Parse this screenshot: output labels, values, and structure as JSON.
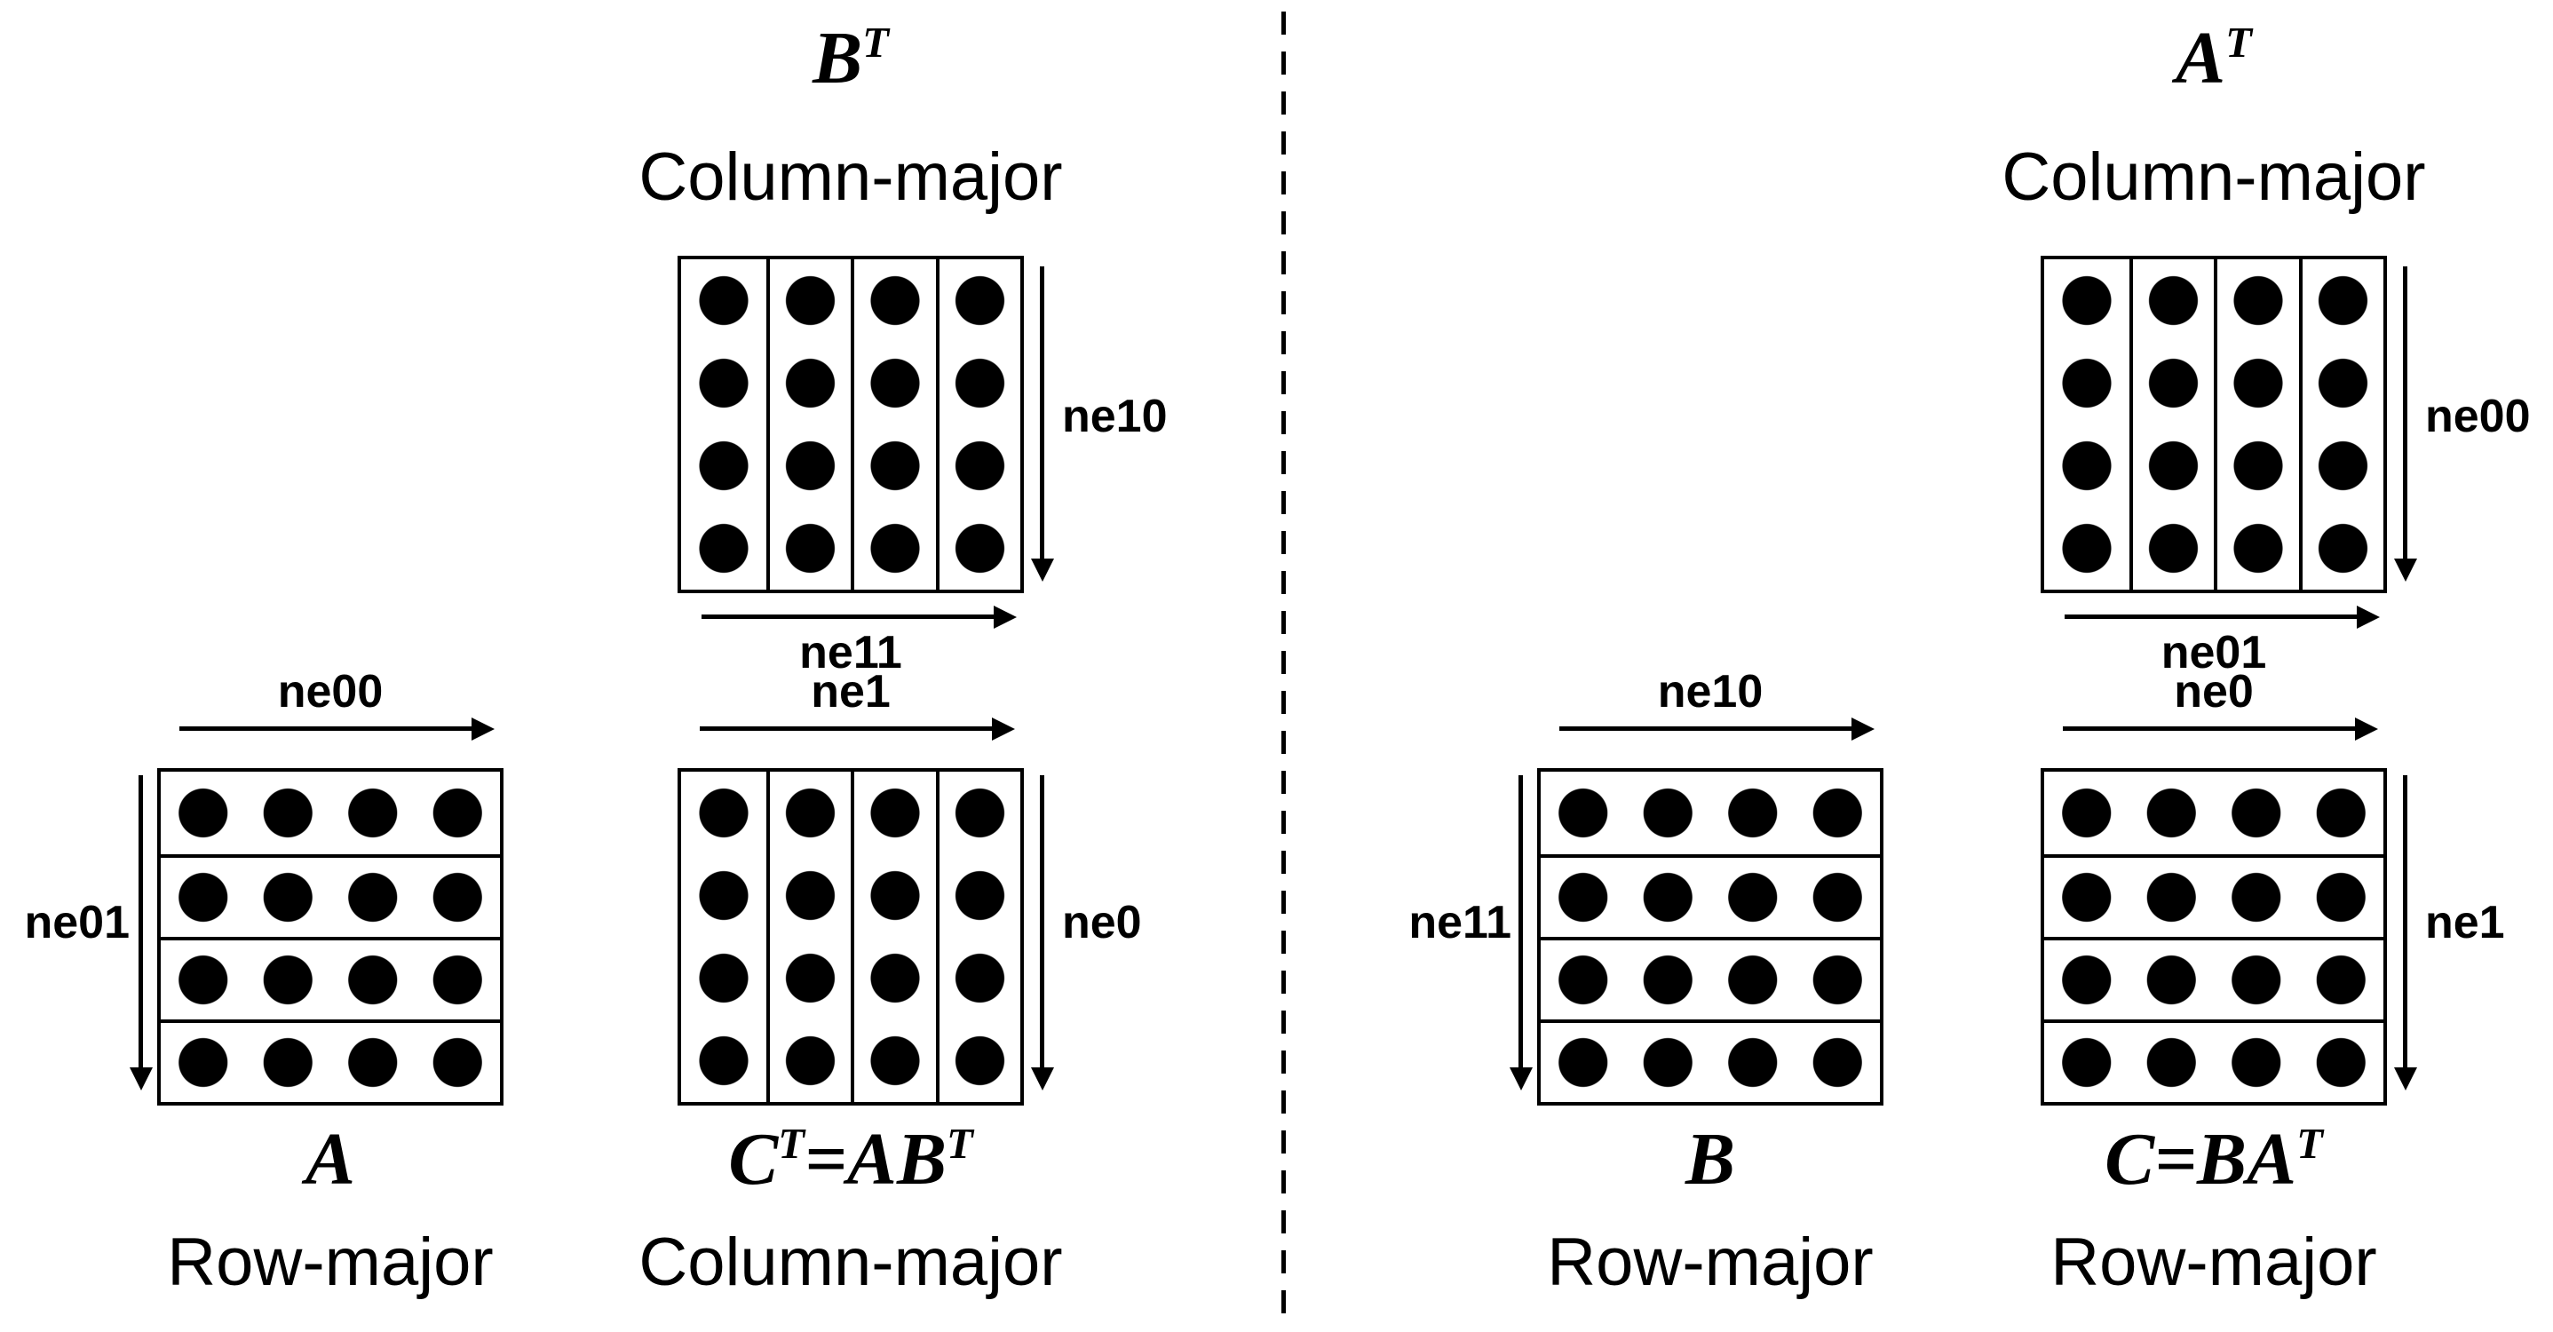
{
  "colors": {
    "ink": "#000000",
    "background": "#ffffff"
  },
  "matrix_grid": {
    "rows": 4,
    "cols": 4,
    "dot_shape": "filled-circle"
  },
  "left_panel": {
    "bt": {
      "title_base": "B",
      "title_sup": "T",
      "layout": "Column-major",
      "vertical_arrow_label": "ne10",
      "horizontal_arrow_label": "ne11"
    },
    "a": {
      "horizontal_arrow_label": "ne00",
      "vertical_arrow_label": "ne01",
      "name_base": "A",
      "name_sup": "",
      "layout": "Row-major"
    },
    "ct": {
      "horizontal_arrow_label": "ne1",
      "vertical_arrow_label": "ne0",
      "name_p1": "C",
      "name_s1": "T",
      "name_p2": "=AB",
      "name_s2": "T",
      "layout": "Column-major"
    }
  },
  "right_panel": {
    "at": {
      "title_base": "A",
      "title_sup": "T",
      "layout": "Column-major",
      "vertical_arrow_label": "ne00",
      "horizontal_arrow_label": "ne01"
    },
    "b": {
      "horizontal_arrow_label": "ne10",
      "vertical_arrow_label": "ne11",
      "name_base": "B",
      "name_sup": "",
      "layout": "Row-major"
    },
    "c": {
      "horizontal_arrow_label": "ne0",
      "vertical_arrow_label": "ne1",
      "name_p1": "C=BA",
      "name_s1": "T",
      "name_p2": "",
      "name_s2": "",
      "layout": "Row-major"
    }
  }
}
